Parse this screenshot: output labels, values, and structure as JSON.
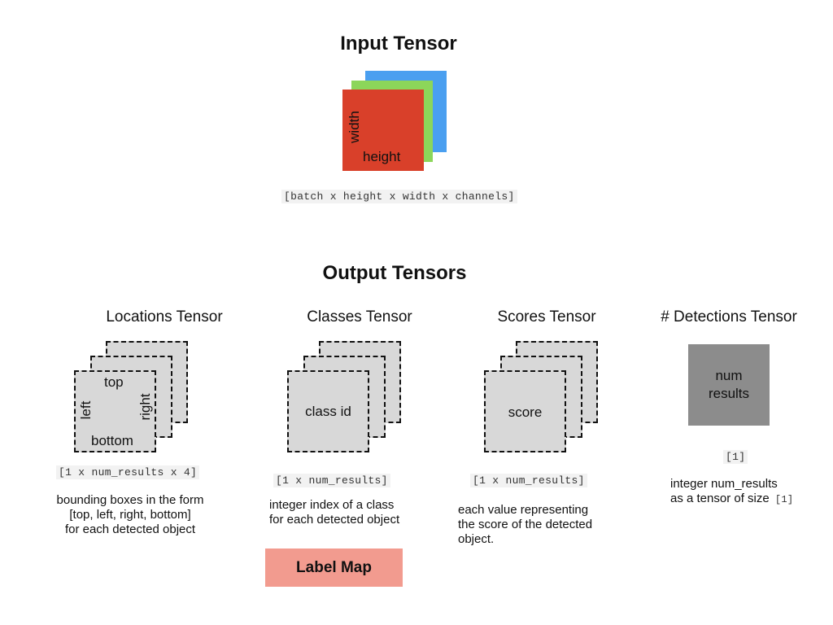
{
  "input": {
    "title": "Input Tensor",
    "width_label": "width",
    "height_label": "height",
    "shape": "[batch x height x width x channels]",
    "channel_colors": [
      "#d9402a",
      "#8cd65a",
      "#4a9ff0"
    ]
  },
  "output": {
    "title": "Output Tensors",
    "locations": {
      "title": "Locations Tensor",
      "top": "top",
      "left": "left",
      "right": "right",
      "bottom": "bottom",
      "shape": "[1 x num_results x 4]",
      "desc": [
        "bounding boxes in the form",
        "[top, left, right, bottom]",
        "for each detected object"
      ]
    },
    "classes": {
      "title": "Classes Tensor",
      "card_label": "class id",
      "shape": "[1 x num_results]",
      "desc": [
        "integer index of a class",
        "for each detected object"
      ],
      "label_map": "Label Map",
      "label_map_color": "#f29b8f"
    },
    "scores": {
      "title": "Scores Tensor",
      "card_label": "score",
      "shape": "[1 x num_results]",
      "desc": [
        "each value representing",
        "the score of the detected",
        "object."
      ]
    },
    "detections": {
      "title": "# Detections Tensor",
      "box_line1": "num",
      "box_line2": "results",
      "box_color": "#8c8c8c",
      "shape": "[1]",
      "desc_line1": "integer num_results",
      "desc_line2_prefix": "as a tensor of size",
      "desc_line2_code": "[1]"
    }
  }
}
